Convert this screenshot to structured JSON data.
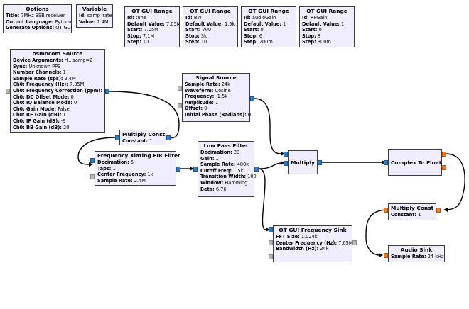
{
  "blocks": {
    "options": {
      "title": "Options",
      "rows": [
        {
          "k": "Title:",
          "v": "7MHz SSB receiver"
        },
        {
          "k": "Output Language:",
          "v": "Python"
        },
        {
          "k": "Generate Options:",
          "v": "QT GUI"
        }
      ]
    },
    "variable": {
      "title": "Variable",
      "rows": [
        {
          "k": "Id:",
          "v": "samp_rate"
        },
        {
          "k": "Value:",
          "v": "2.4M"
        }
      ]
    },
    "range_tune": {
      "title": "QT GUI Range",
      "rows": [
        {
          "k": "Id:",
          "v": "tune"
        },
        {
          "k": "Default Value:",
          "v": "7.05M"
        },
        {
          "k": "Start:",
          "v": "7.05M"
        },
        {
          "k": "Stop:",
          "v": "7.1M"
        },
        {
          "k": "Step:",
          "v": "10"
        }
      ]
    },
    "range_bw": {
      "title": "QT GUI Range",
      "rows": [
        {
          "k": "Id:",
          "v": "BW"
        },
        {
          "k": "Default Value:",
          "v": "1.5k"
        },
        {
          "k": "Start:",
          "v": "700"
        },
        {
          "k": "Stop:",
          "v": "3k"
        },
        {
          "k": "Step:",
          "v": "10"
        }
      ]
    },
    "range_audio": {
      "title": "QT GUI Range",
      "rows": [
        {
          "k": "Id:",
          "v": "audioGain"
        },
        {
          "k": "Default Value:",
          "v": "1"
        },
        {
          "k": "Start:",
          "v": "0"
        },
        {
          "k": "Stop:",
          "v": "6"
        },
        {
          "k": "Step:",
          "v": "200m"
        }
      ]
    },
    "range_rf": {
      "title": "QT GUI Range",
      "rows": [
        {
          "k": "Id:",
          "v": "RFGain"
        },
        {
          "k": "Default Value:",
          "v": "1"
        },
        {
          "k": "Start:",
          "v": "0"
        },
        {
          "k": "Stop:",
          "v": "8"
        },
        {
          "k": "Step:",
          "v": "300m"
        }
      ]
    },
    "osmocom": {
      "title": "osmocom Source",
      "rows": [
        {
          "k": "Device Arguments:",
          "v": "rt...samp=2"
        },
        {
          "k": "Sync:",
          "v": "Unknown PPS"
        },
        {
          "k": "Number Channels:",
          "v": "1"
        },
        {
          "k": "Sample Rate (sps):",
          "v": "2.4M"
        },
        {
          "k": "Ch0: Frequency (Hz):",
          "v": "7.05M"
        },
        {
          "k": "Ch0: Frequency Correction (ppm):",
          "v": "0"
        },
        {
          "k": "Ch0: DC Offset Mode:",
          "v": "0"
        },
        {
          "k": "Ch0: IQ Balance Mode:",
          "v": "0"
        },
        {
          "k": "Ch0: Gain Mode:",
          "v": "False"
        },
        {
          "k": "Ch0: RF Gain (dB):",
          "v": "1"
        },
        {
          "k": "Ch0: IF Gain (dB):",
          "v": "-9"
        },
        {
          "k": "Ch0: BB Gain (dB):",
          "v": "20"
        }
      ]
    },
    "signal_source": {
      "title": "Signal Source",
      "rows": [
        {
          "k": "Sample Rate:",
          "v": "24k"
        },
        {
          "k": "Waveform:",
          "v": "Cosine"
        },
        {
          "k": "Frequency:",
          "v": "-1.5k"
        },
        {
          "k": "Amplitude:",
          "v": "1"
        },
        {
          "k": "Offset:",
          "v": "0"
        },
        {
          "k": "Initial Phase (Radians):",
          "v": "0"
        }
      ]
    },
    "multiply_const_1": {
      "title": "Multiply Const",
      "rows": [
        {
          "k": "Constant:",
          "v": "1"
        }
      ]
    },
    "xlating": {
      "title": "Frequency Xlating FIR Filter",
      "rows": [
        {
          "k": "Decimation:",
          "v": "5"
        },
        {
          "k": "Taps:",
          "v": "1"
        },
        {
          "k": "Center Frequency:",
          "v": "1k"
        },
        {
          "k": "Sample Rate:",
          "v": "2.4M"
        }
      ]
    },
    "lpf": {
      "title": "Low Pass Filter",
      "rows": [
        {
          "k": "Decimation:",
          "v": "20"
        },
        {
          "k": "Gain:",
          "v": "1"
        },
        {
          "k": "Sample Rate:",
          "v": "480k"
        },
        {
          "k": "Cutoff Freq:",
          "v": "1.5k"
        },
        {
          "k": "Transition Width:",
          "v": "100"
        },
        {
          "k": "Window:",
          "v": "Hamming"
        },
        {
          "k": "Beta:",
          "v": "6.76"
        }
      ]
    },
    "multiply": {
      "title": "Multiply",
      "rows": []
    },
    "c2f": {
      "title": "Complex To Float",
      "rows": []
    },
    "multiply_const_2": {
      "title": "Multiply Const",
      "rows": [
        {
          "k": "Constant:",
          "v": "1"
        }
      ]
    },
    "freq_sink": {
      "title": "QT GUI Frequency Sink",
      "rows": [
        {
          "k": "FFT Size:",
          "v": "1.024k"
        },
        {
          "k": "Center Frequency (Hz):",
          "v": "7.05M"
        },
        {
          "k": "Bandwidth (Hz):",
          "v": "24k"
        }
      ]
    },
    "audio_sink": {
      "title": "Audio Sink",
      "rows": [
        {
          "k": "Sample Rate:",
          "v": "24 kHz"
        }
      ]
    }
  }
}
